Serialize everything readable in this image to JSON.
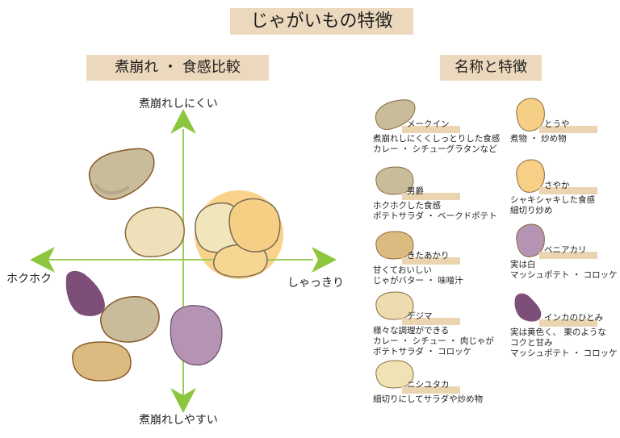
{
  "title": "じゃがいもの特徴",
  "chart": {
    "title": "煮崩れ ・ 食感比較",
    "axis": {
      "top": "煮崩れしにくい",
      "bottom": "煮崩れしやすい",
      "left": "ホクホク",
      "right": "しゃっきり"
    },
    "colors": {
      "axis": "#8cc63f",
      "highlight": "#f9d38a"
    }
  },
  "list": {
    "title": "名称と特徴",
    "items": [
      {
        "name": "メークイン",
        "lines": [
          "煮崩れしにくくしっとりした食感",
          "カレー ・ シチューグラタンなど"
        ],
        "color": "#c9bc9a"
      },
      {
        "name": "とうや",
        "lines": [
          "煮物 ・ 炒め物"
        ],
        "color": "#f5cf85"
      },
      {
        "name": "男爵",
        "lines": [
          "ホクホクした食感",
          "ポテトサラダ ・ ベークドポテト"
        ],
        "color": "#c8bc9a"
      },
      {
        "name": "さやか",
        "lines": [
          "シャキシャキした食感",
          "細切り炒め"
        ],
        "color": "#f7cf86"
      },
      {
        "name": "きたあかり",
        "lines": [
          "甘くておいしい",
          "じゃがバター ・ 味噌汁"
        ],
        "color": "#dcbb80"
      },
      {
        "name": "ベニアカリ",
        "lines": [
          "実は白",
          "マッシュポテト ・ コロッケ"
        ],
        "color": "#b594b3"
      },
      {
        "name": "デジマ",
        "lines": [
          "様々な調理ができる",
          "カレー ・ シチュー ・ 肉じゃが",
          "ポテトサラダ ・ コロッケ"
        ],
        "color": "#eddcb0"
      },
      {
        "name": "インカのひとみ",
        "lines": [
          "実は黄色く、 栗のような",
          "コクと甘み",
          "マッシュポテト ・ コロッケ"
        ],
        "color": "#7d4f78"
      },
      {
        "name": "ニシユタカ",
        "lines": [
          "細切りにしてサラダや炒め物"
        ],
        "color": "#efe3b6"
      }
    ]
  }
}
